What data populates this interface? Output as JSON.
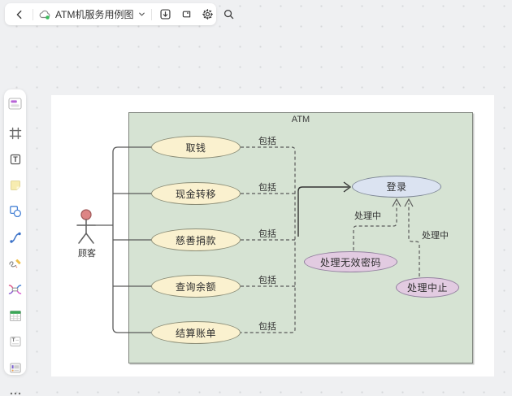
{
  "toolbar": {
    "title": "ATM机服务用例图",
    "icons": [
      "back-icon",
      "cloud-sync-icon",
      "chevron-down-icon",
      "download-icon",
      "tag-icon",
      "gear-icon",
      "search-icon"
    ],
    "sync_status_color": "#3bbd5e"
  },
  "sidebar": {
    "tools": [
      "templates",
      "frame",
      "text",
      "sticky-note",
      "shapes",
      "connector",
      "freehand-draw",
      "mindmap",
      "table",
      "text-note",
      "card",
      "more"
    ]
  },
  "diagram": {
    "container_label": "ATM",
    "actor_label": "顾客",
    "include_label": "包括",
    "processing_label": "处理中",
    "use_cases": [
      {
        "label": "取钱",
        "color": "#faf1cf"
      },
      {
        "label": "现金转移",
        "color": "#faf1cf"
      },
      {
        "label": "慈善捐款",
        "color": "#faf1cf"
      },
      {
        "label": "查询余额",
        "color": "#faf1cf"
      },
      {
        "label": "结算账单",
        "color": "#faf1cf"
      },
      {
        "label": "登录",
        "color": "#dbe3f1"
      },
      {
        "label": "处理无效密码",
        "color": "#e2cbe1"
      },
      {
        "label": "处理中止",
        "color": "#e2cbe1"
      }
    ],
    "edges": [
      {
        "from": "顾客",
        "to": "取钱",
        "type": "association"
      },
      {
        "from": "顾客",
        "to": "现金转移",
        "type": "association"
      },
      {
        "from": "顾客",
        "to": "慈善捐款",
        "type": "association"
      },
      {
        "from": "顾客",
        "to": "查询余额",
        "type": "association"
      },
      {
        "from": "顾客",
        "to": "结算账单",
        "type": "association"
      },
      {
        "from": "取钱",
        "to": "登录",
        "label": "包括",
        "type": "include"
      },
      {
        "from": "现金转移",
        "to": "登录",
        "label": "包括",
        "type": "include"
      },
      {
        "from": "慈善捐款",
        "to": "登录",
        "label": "包括",
        "type": "include"
      },
      {
        "from": "查询余额",
        "to": "登录",
        "label": "包括",
        "type": "include"
      },
      {
        "from": "结算账单",
        "to": "登录",
        "label": "包括",
        "type": "include"
      },
      {
        "from": "处理无效密码",
        "to": "登录",
        "label": "处理中",
        "type": "extend"
      },
      {
        "from": "处理中止",
        "to": "登录",
        "label": "处理中",
        "type": "extend"
      }
    ],
    "colors": {
      "system_fill": "#d6e3d3",
      "yellow": "#faf1cf",
      "blue": "#dbe3f1",
      "pink": "#e2cbe1",
      "actor_head": "#dd8585"
    }
  }
}
